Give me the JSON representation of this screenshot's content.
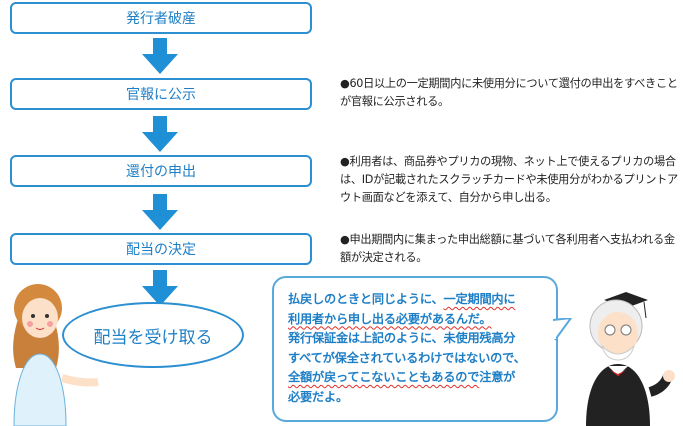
{
  "steps": [
    {
      "label": "発行者破産"
    },
    {
      "label": "官報に公示",
      "note": "●60日以上の一定期間内に未使用分について還付の申出をすべきことが官報に公示される。"
    },
    {
      "label": "還付の申出",
      "note": "●利用者は、商品券やプリカの現物、ネット上で使えるプリカの場合は、IDが記載されたスクラッチカードや未使用分がわかるプリントアウト画面などを添えて、自分から申し出る。"
    },
    {
      "label": "配当の決定",
      "note": "●申出期間内に集まった申出総額に基づいて各利用者へ支払われる金額が決定される。"
    }
  ],
  "final": "配当を受け取る",
  "bubble": {
    "l1a": "払戻しのときと同じように、",
    "l1b": "一定期間内に",
    "l2a": "利用者から申し出る必要があるんだ。",
    "l3": "発行保証金は上記のように、未使用残高分",
    "l4": "すべてが保全されているわけではないので、",
    "l5a": "全額が戻ってこないこともあるので",
    "l5b": "注意が",
    "l6": "必要だよ。"
  },
  "colors": {
    "accent": "#2b8fd2",
    "underline": "#e0302a"
  }
}
